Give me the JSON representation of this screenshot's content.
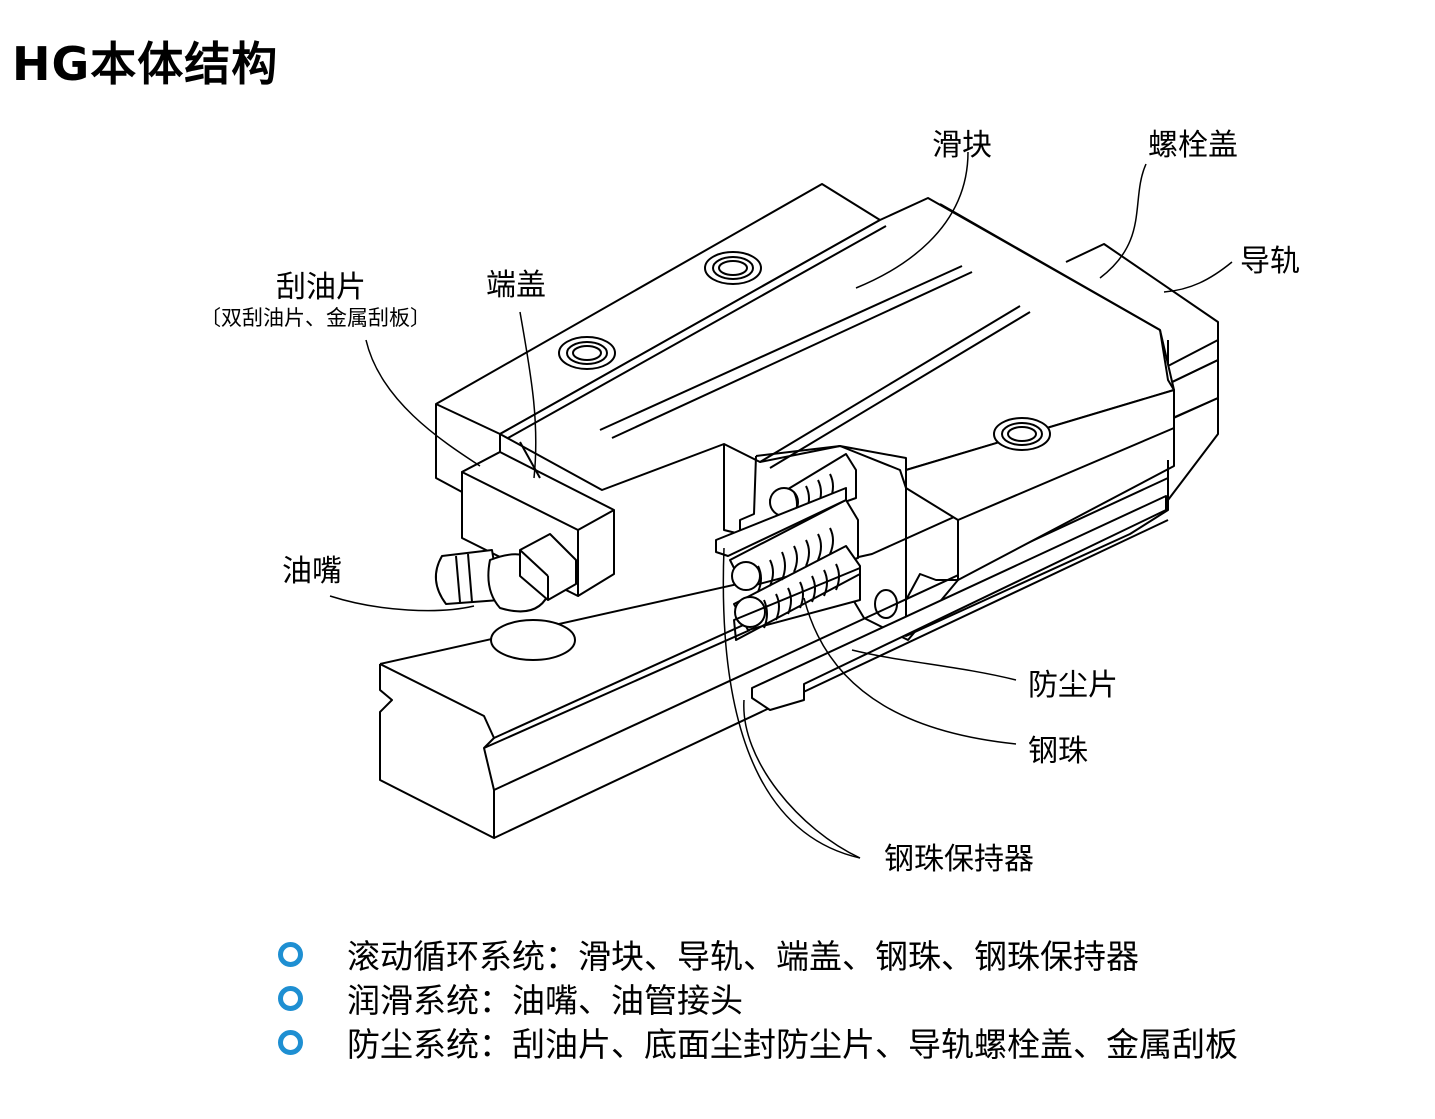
{
  "title": "HG本体结构",
  "labels": {
    "slider": "滑块",
    "bolt_cap": "螺栓盖",
    "rail": "导轨",
    "scraper": "刮油片",
    "scraper_note": "〔双刮油片、金属刮板〕",
    "end_cap": "端盖",
    "grease_nipple": "油嘴",
    "dust_seal": "防尘片",
    "steel_ball": "钢珠",
    "ball_retainer": "钢珠保持器"
  },
  "bullets": [
    "滚动循环系统：滑块、导轨、端盖、钢珠、钢珠保持器",
    "润滑系统：油嘴、油管接头",
    "防尘系统：刮油片、底面尘封防尘片、导轨螺栓盖、金属刮板"
  ],
  "colors": {
    "bullet": "#1e8fd2",
    "line": "#000000"
  }
}
